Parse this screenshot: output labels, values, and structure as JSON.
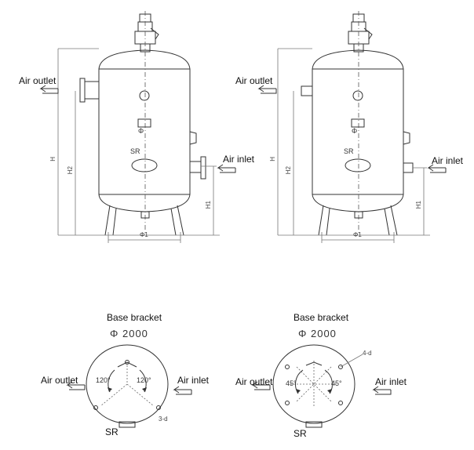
{
  "top_left": {
    "air_outlet": "Air outlet",
    "air_inlet": "Air inlet",
    "sr": "SR",
    "phi": "Φ",
    "h": "H",
    "h2": "H2",
    "h1": "H1",
    "phi1": "Φ1"
  },
  "top_right": {
    "air_outlet": "Air outlet",
    "air_inlet": "Air inlet",
    "sr": "SR",
    "phi": "Φ",
    "h": "H",
    "h2": "H2",
    "h1": "H1",
    "phi1": "Φ1"
  },
  "bottom_left": {
    "title": "Base bracket",
    "diameter": "Φ  2000",
    "air_outlet": "Air outlet",
    "air_inlet": "Air inlet",
    "angle_a": "120°",
    "angle_b": "120°",
    "holes": "3-d",
    "sr": "SR"
  },
  "bottom_right": {
    "title": "Base bracket",
    "diameter": "Φ  2000",
    "air_outlet": "Air outlet",
    "air_inlet": "Air inlet",
    "angle_a": "45°",
    "angle_b": "45°",
    "holes": "4-d",
    "sr": "SR"
  },
  "colors": {
    "line": "#333333",
    "text": "#111111",
    "background": "#ffffff"
  }
}
